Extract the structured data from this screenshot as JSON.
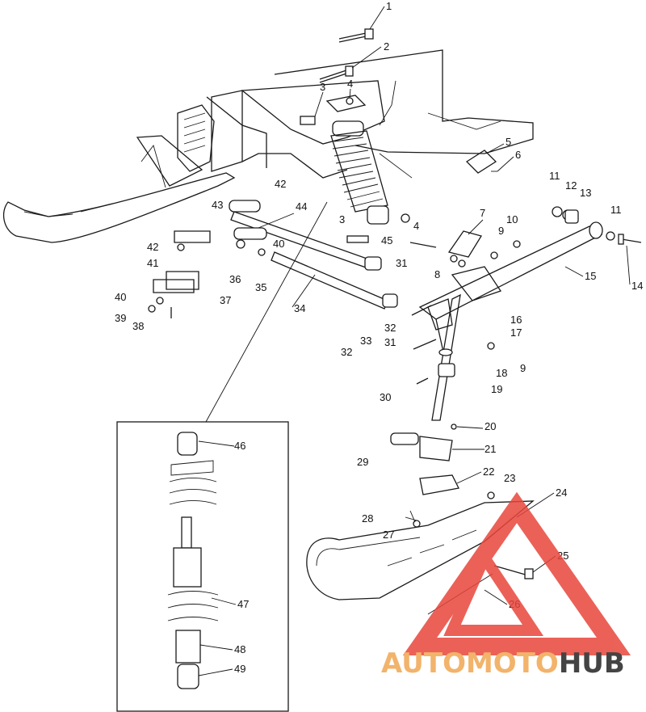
{
  "diagram": {
    "callouts": [
      "1",
      "2",
      "3",
      "4",
      "5",
      "6",
      "7",
      "8",
      "9",
      "10",
      "11",
      "12",
      "13",
      "11",
      "14",
      "15",
      "16",
      "17",
      "18",
      "9",
      "19",
      "20",
      "21",
      "22",
      "23",
      "24",
      "25",
      "26",
      "27",
      "28",
      "29",
      "30",
      "31",
      "32",
      "33",
      "32",
      "31",
      "34",
      "35",
      "36",
      "37",
      "38",
      "39",
      "40",
      "40",
      "41",
      "42",
      "42",
      "43",
      "44",
      "45",
      "3",
      "4",
      "46",
      "47",
      "48",
      "49"
    ]
  },
  "watermark": {
    "text_a": "AUTOMOTO",
    "text_b": "HUB",
    "color_a": "#f2b36b",
    "color_b": "#444444",
    "logo_color": "#e8463c"
  }
}
